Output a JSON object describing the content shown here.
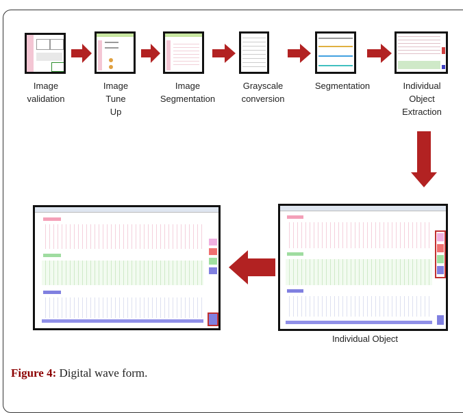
{
  "steps": [
    {
      "label": "Image\nvalidation"
    },
    {
      "label": "Image\nTune\nUp"
    },
    {
      "label": "Image\nSegmentation"
    },
    {
      "label": "Grayscale\nconversion"
    },
    {
      "label": "Segmentation"
    },
    {
      "label": "Individual\nObject\nExtraction"
    }
  ],
  "individual_object_label": "Individual Object",
  "caption": {
    "prefix": "Figure 4:",
    "text": " Digital wave form."
  },
  "colors": {
    "arrow": "#b22222",
    "pink": "#f4c6d4",
    "green": "#cfe9c8",
    "blue": "#8080e0",
    "frame": "#111111"
  }
}
